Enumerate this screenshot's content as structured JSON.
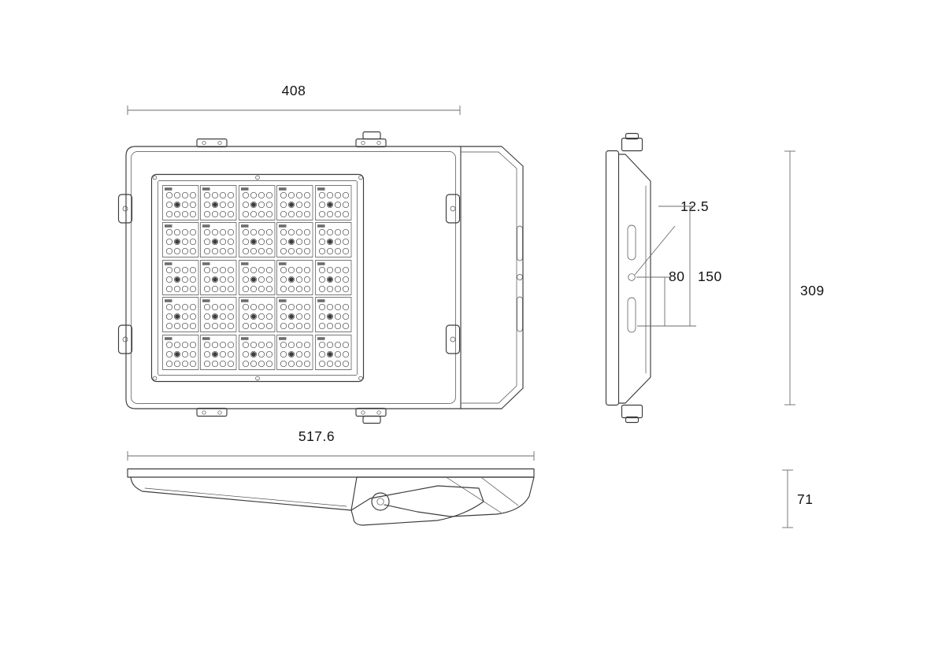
{
  "drawing": {
    "background": "#ffffff",
    "line_color": "#3c3c3c",
    "dimension_text_color": "#141414"
  },
  "dimensions": {
    "front_width": "408",
    "overall_length": "517.6",
    "hole_diameter": "12.5",
    "hole_to_slot": "80",
    "slot_span": "150",
    "overall_height": "309",
    "profile_height": "71"
  }
}
